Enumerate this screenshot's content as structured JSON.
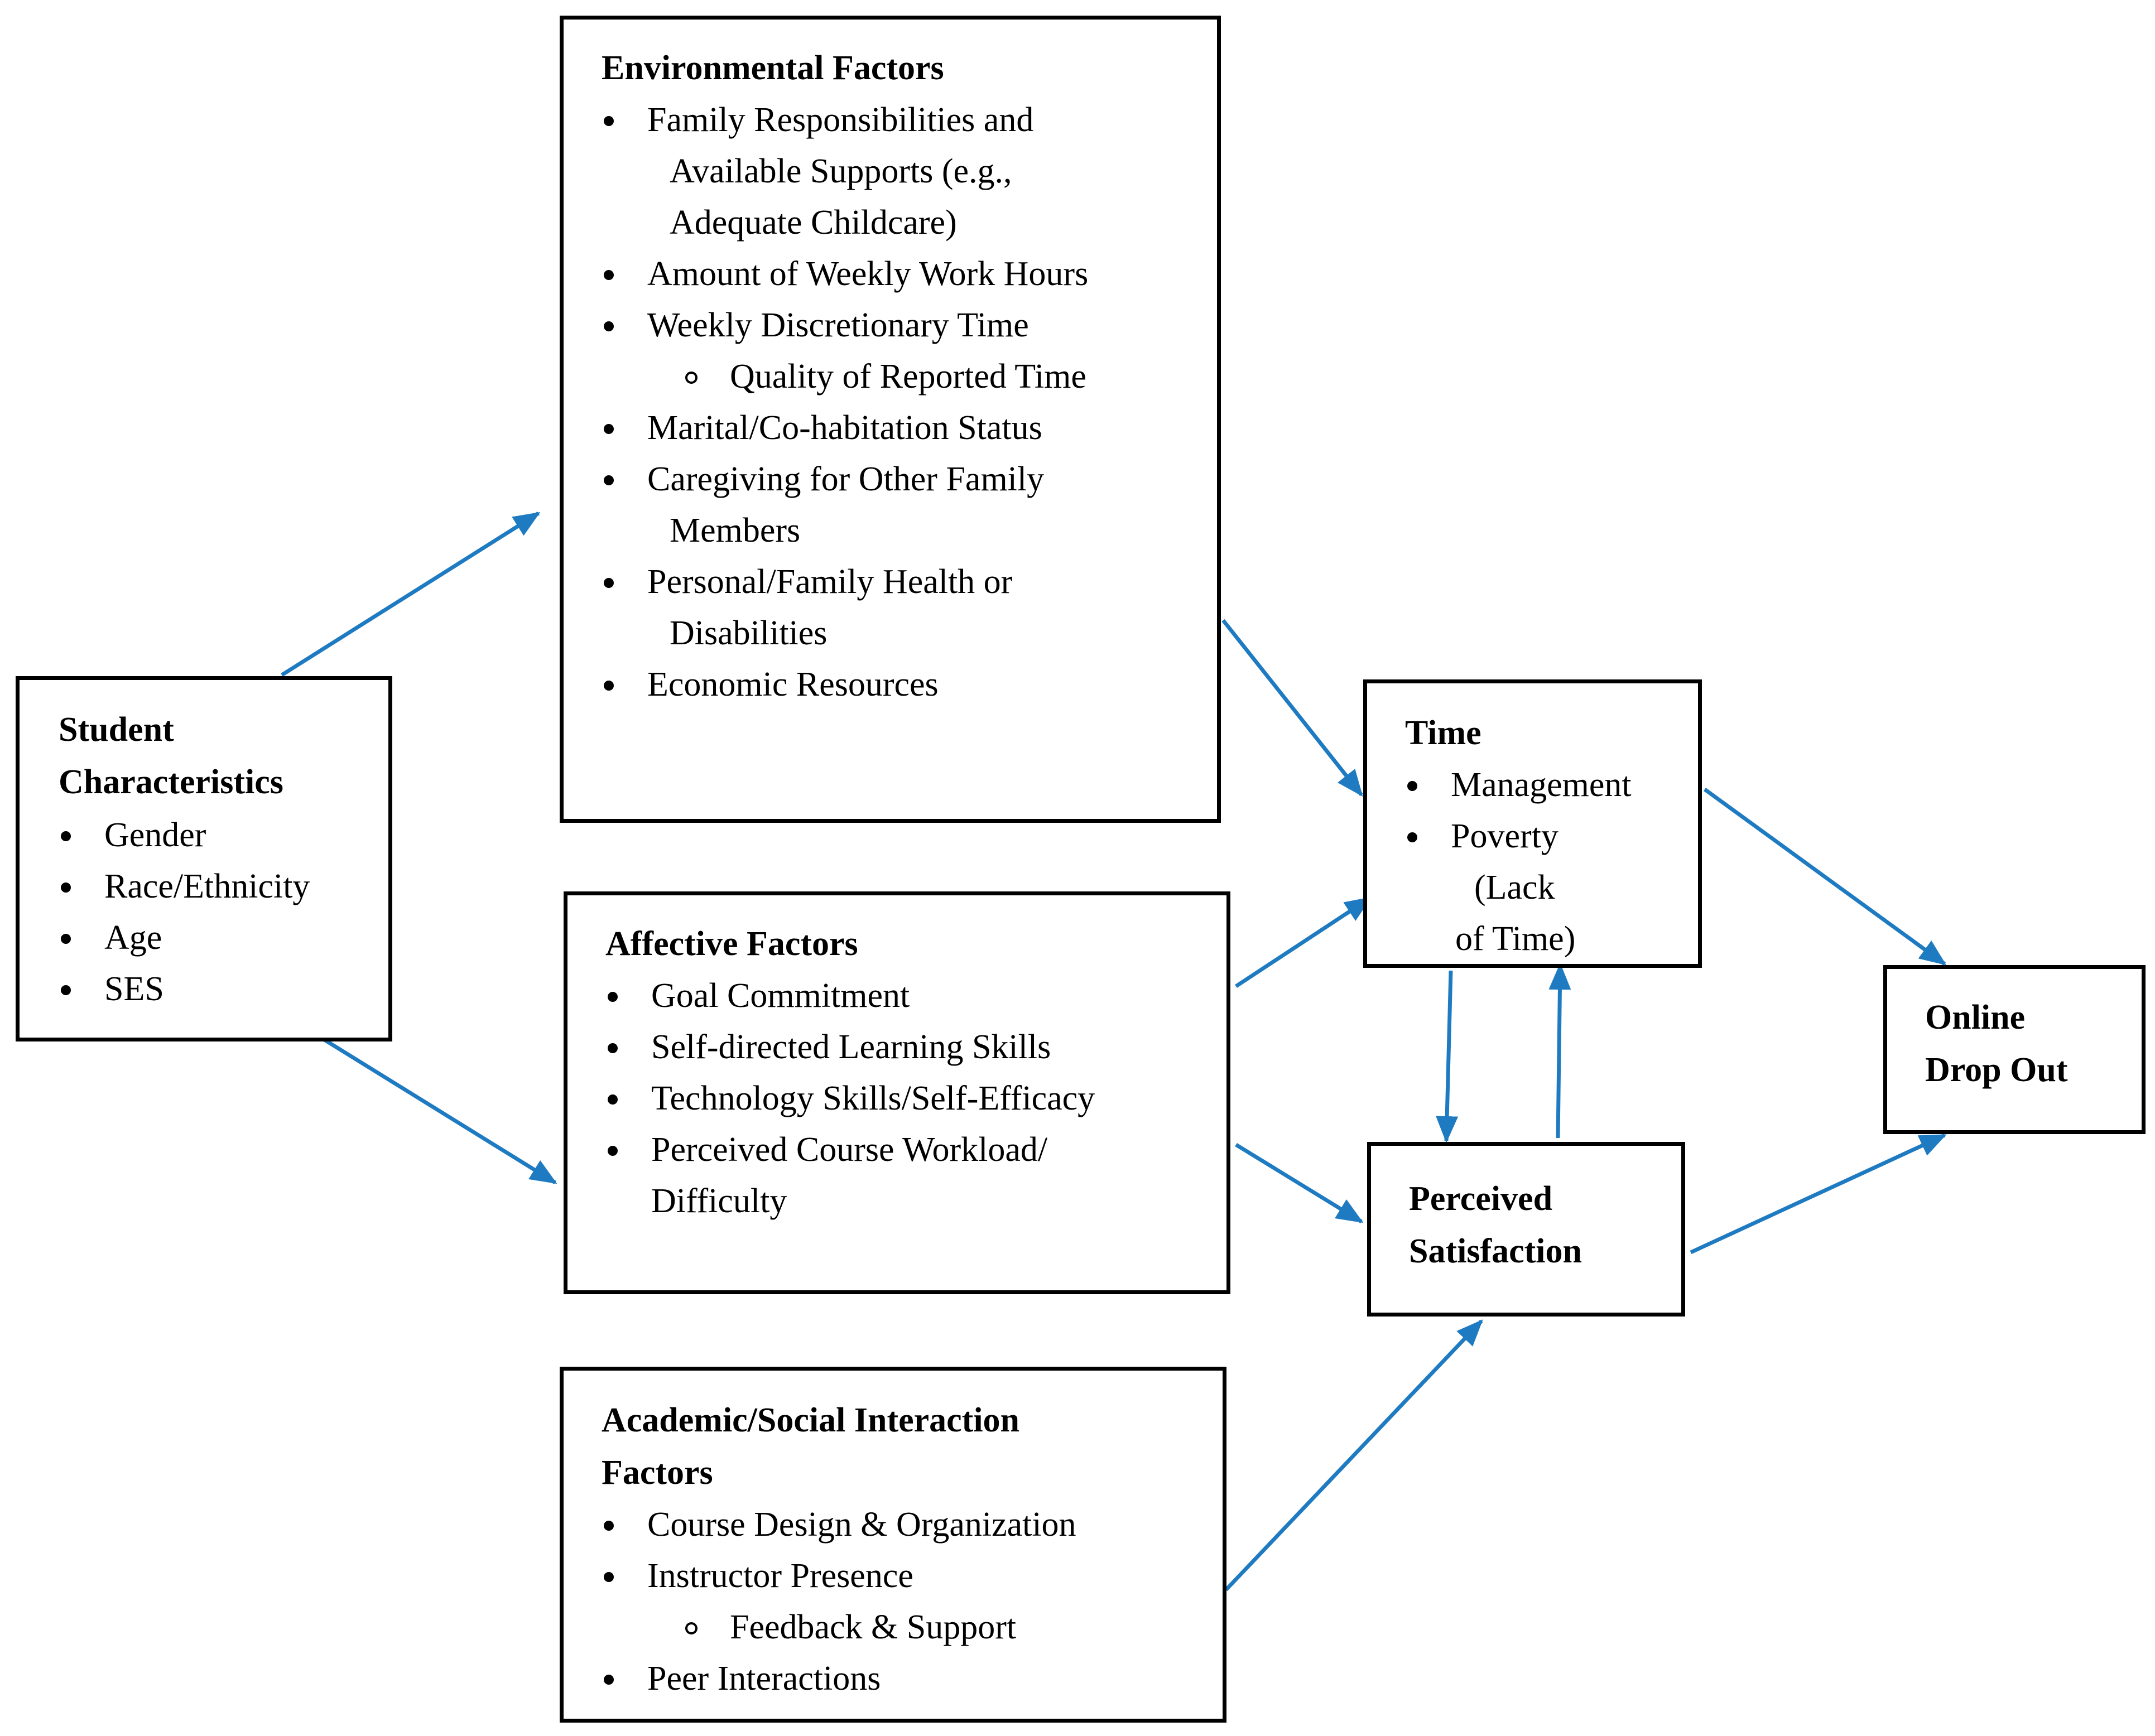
{
  "student": {
    "title_line1": "Student",
    "title_line2": "Characteristics",
    "items": [
      "Gender",
      "Race/Ethnicity",
      "Age",
      "SES"
    ]
  },
  "environmental": {
    "title": "Environmental Factors",
    "item1_line1": "Family Responsibilities and",
    "item1_line2": "Available Supports (e.g.,",
    "item1_line3": "Adequate Childcare)",
    "item2": "Amount of Weekly Work Hours",
    "item3": "Weekly Discretionary Time",
    "item3_sub": "Quality of Reported Time",
    "item4": "Marital/Co-habitation Status",
    "item5_line1": "Caregiving for Other Family",
    "item5_line2": "Members",
    "item6_line1": "Personal/Family Health or",
    "item6_line2": "Disabilities",
    "item7": "Economic Resources"
  },
  "affective": {
    "title": "Affective Factors",
    "item1": "Goal Commitment",
    "item2": "Self-directed Learning Skills",
    "item3": "Technology Skills/Self-Efficacy",
    "item4_line1": "Perceived Course Workload/",
    "item4_line2": "Difficulty"
  },
  "academic": {
    "title_line1": "Academic/Social Interaction",
    "title_line2": "Factors",
    "item1": "Course Design & Organization",
    "item2": "Instructor Presence",
    "item2_sub": "Feedback & Support",
    "item3": "Peer Interactions"
  },
  "time": {
    "title": "Time",
    "item1": "Management",
    "item2_line1": "Poverty",
    "item2_line2": "(Lack",
    "item2_line3": "of Time)"
  },
  "satisfaction": {
    "title_line1": "Perceived",
    "title_line2": "Satisfaction"
  },
  "dropout": {
    "title_line1": "Online",
    "title_line2": "Drop Out"
  },
  "colors": {
    "arrow": "#1F7BC1",
    "border": "#000000"
  }
}
